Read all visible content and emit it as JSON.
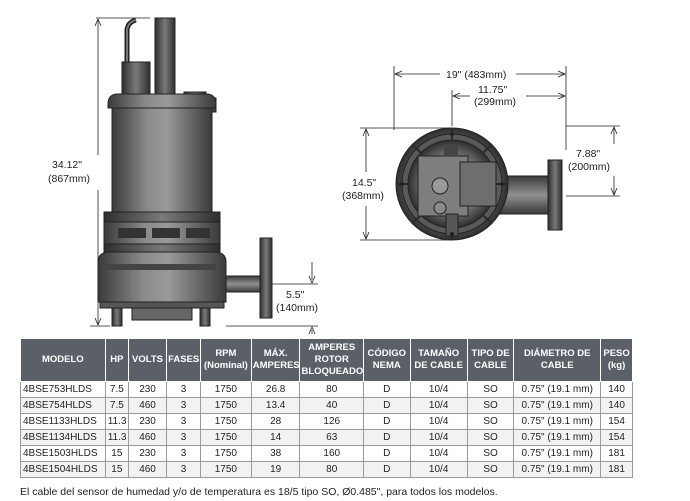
{
  "dimensions": {
    "height_in": "34.12\"",
    "height_mm": "(867mm)",
    "width_in": "19\" (483mm)",
    "center_in": "11.75\"",
    "center_mm": "(299mm)",
    "depth_in": "14.5\"",
    "depth_mm": "(368mm)",
    "offset_in": "7.88\"",
    "offset_mm": "(200mm)",
    "discharge_in": "5.5\"",
    "discharge_mm": "(140mm)"
  },
  "table": {
    "headers": [
      "MODELO",
      "HP",
      "VOLTS",
      "FASES",
      "RPM (Nominal)",
      "MÁX. AMPERES",
      "AMPERES ROTOR BLOQUEADO",
      "CÓDIGO NEMA",
      "TAMAÑO DE CABLE",
      "TIPO DE CABLE",
      "DIÁMETRO DE CABLE",
      "PESO (kg)"
    ],
    "rows": [
      [
        "4BSE753HLDS",
        "7.5",
        "230",
        "3",
        "1750",
        "26.8",
        "80",
        "D",
        "10/4",
        "SO",
        "0.75\" (19.1 mm)",
        "140"
      ],
      [
        "4BSE754HLDS",
        "7.5",
        "460",
        "3",
        "1750",
        "13.4",
        "40",
        "D",
        "10/4",
        "SO",
        "0.75\" (19.1 mm)",
        "140"
      ],
      [
        "4BSE1133HLDS",
        "11.3",
        "230",
        "3",
        "1750",
        "28",
        "126",
        "D",
        "10/4",
        "SO",
        "0.75\" (19.1 mm)",
        "154"
      ],
      [
        "4BSE1134HLDS",
        "11.3",
        "460",
        "3",
        "1750",
        "14",
        "63",
        "D",
        "10/4",
        "SO",
        "0.75\" (19.1 mm)",
        "154"
      ],
      [
        "4BSE1503HLDS",
        "15",
        "230",
        "3",
        "1750",
        "38",
        "160",
        "D",
        "10/4",
        "SO",
        "0.75\" (19.1 mm)",
        "181"
      ],
      [
        "4BSE1504HLDS",
        "15",
        "460",
        "3",
        "1750",
        "19",
        "80",
        "D",
        "10/4",
        "SO",
        "0.75\" (19.1 mm)",
        "181"
      ]
    ]
  },
  "footnote": "El cable del sensor de humedad y/o de temperatura es 18/5 tipo SO, Ø0.485\", para todos los modelos."
}
